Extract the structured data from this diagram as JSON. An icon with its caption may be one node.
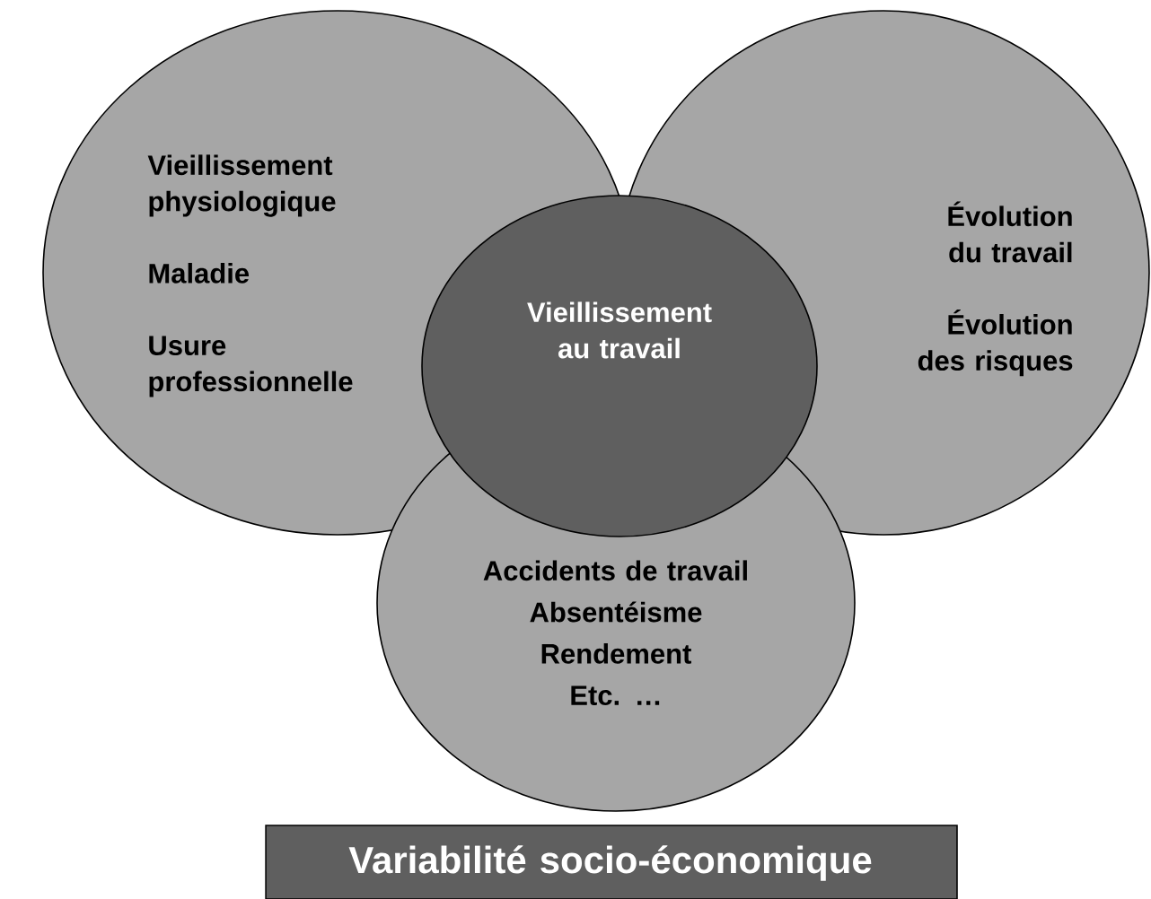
{
  "diagram": {
    "nodes": [
      {
        "text": [
          "Vieillissement physiologique",
          "Maladie",
          "Usure professionnelle"
        ]
      },
      {
        "text": [
          "Vieillissement au travail"
        ]
      },
      {
        "text": [
          "Évolution du travail",
          "Évolution des risques"
        ]
      },
      {
        "text": [
          "Accidents de travail",
          "Absentéisme",
          "Rendement",
          "Etc. …"
        ]
      },
      {
        "text": [
          "Variabilité socio-économique"
        ]
      }
    ]
  }
}
